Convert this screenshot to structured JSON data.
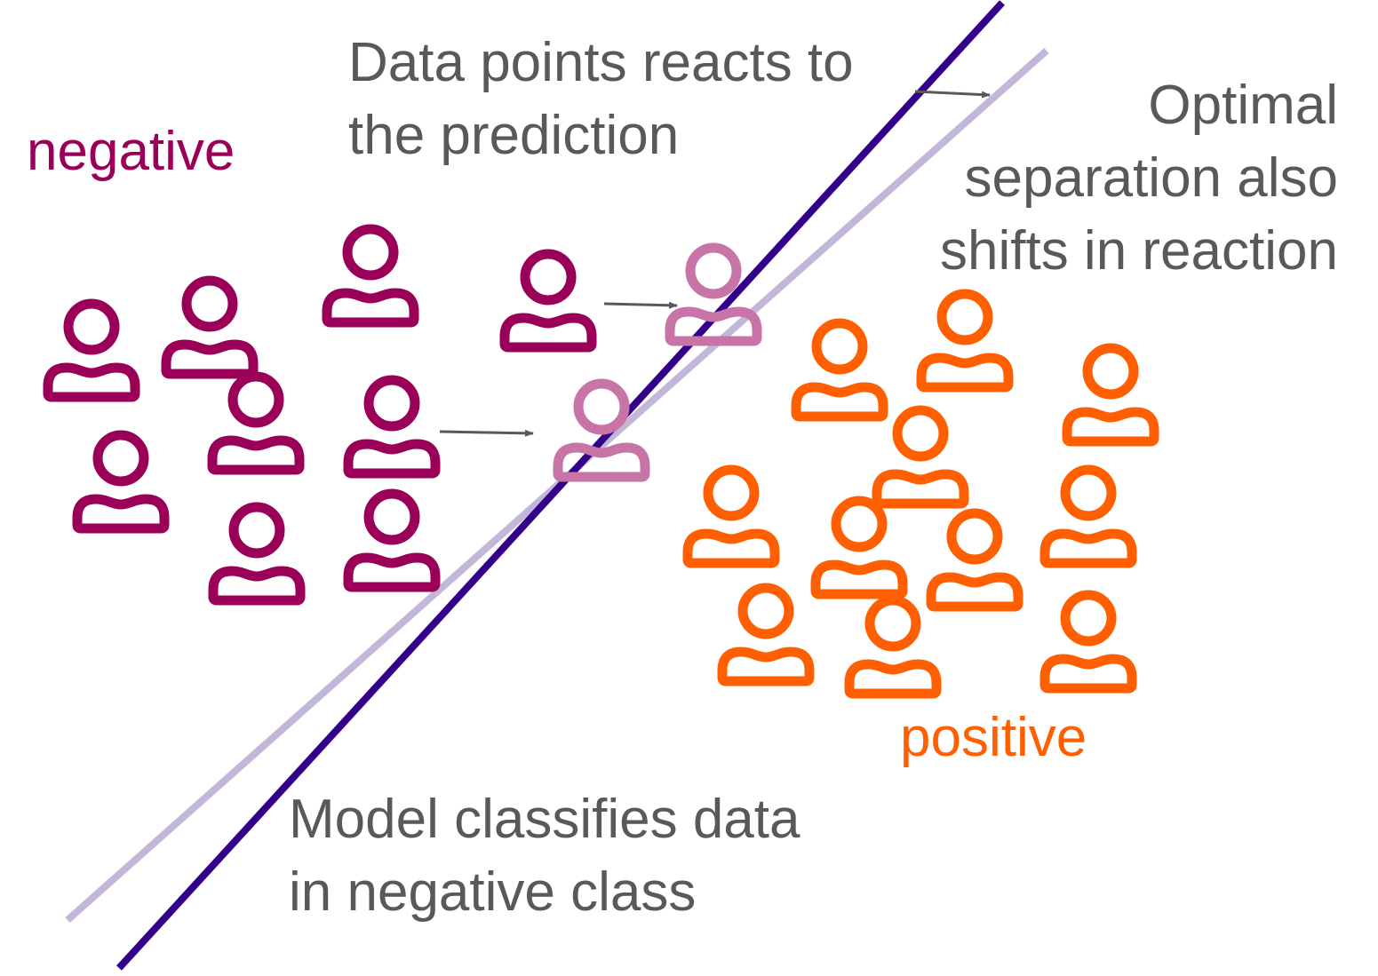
{
  "colors": {
    "negative": "#9b0059",
    "positive": "#ff5f00",
    "moved": "#c874a6",
    "model_line": "#34008b",
    "optimal_line": "#c3b7d9",
    "text": "#595959",
    "arrow": "#595959"
  },
  "labels": {
    "negative_class": "negative",
    "positive_class": "positive",
    "reacts_line1": "Data points reacts to",
    "reacts_line2": "the prediction",
    "optimal_line1": "Optimal",
    "optimal_line2": "separation also",
    "optimal_line3": "shifts in reaction",
    "model_line1": "Model classifies data",
    "model_line2": "in negative class"
  },
  "icons": {
    "person": "person-outline-icon"
  }
}
